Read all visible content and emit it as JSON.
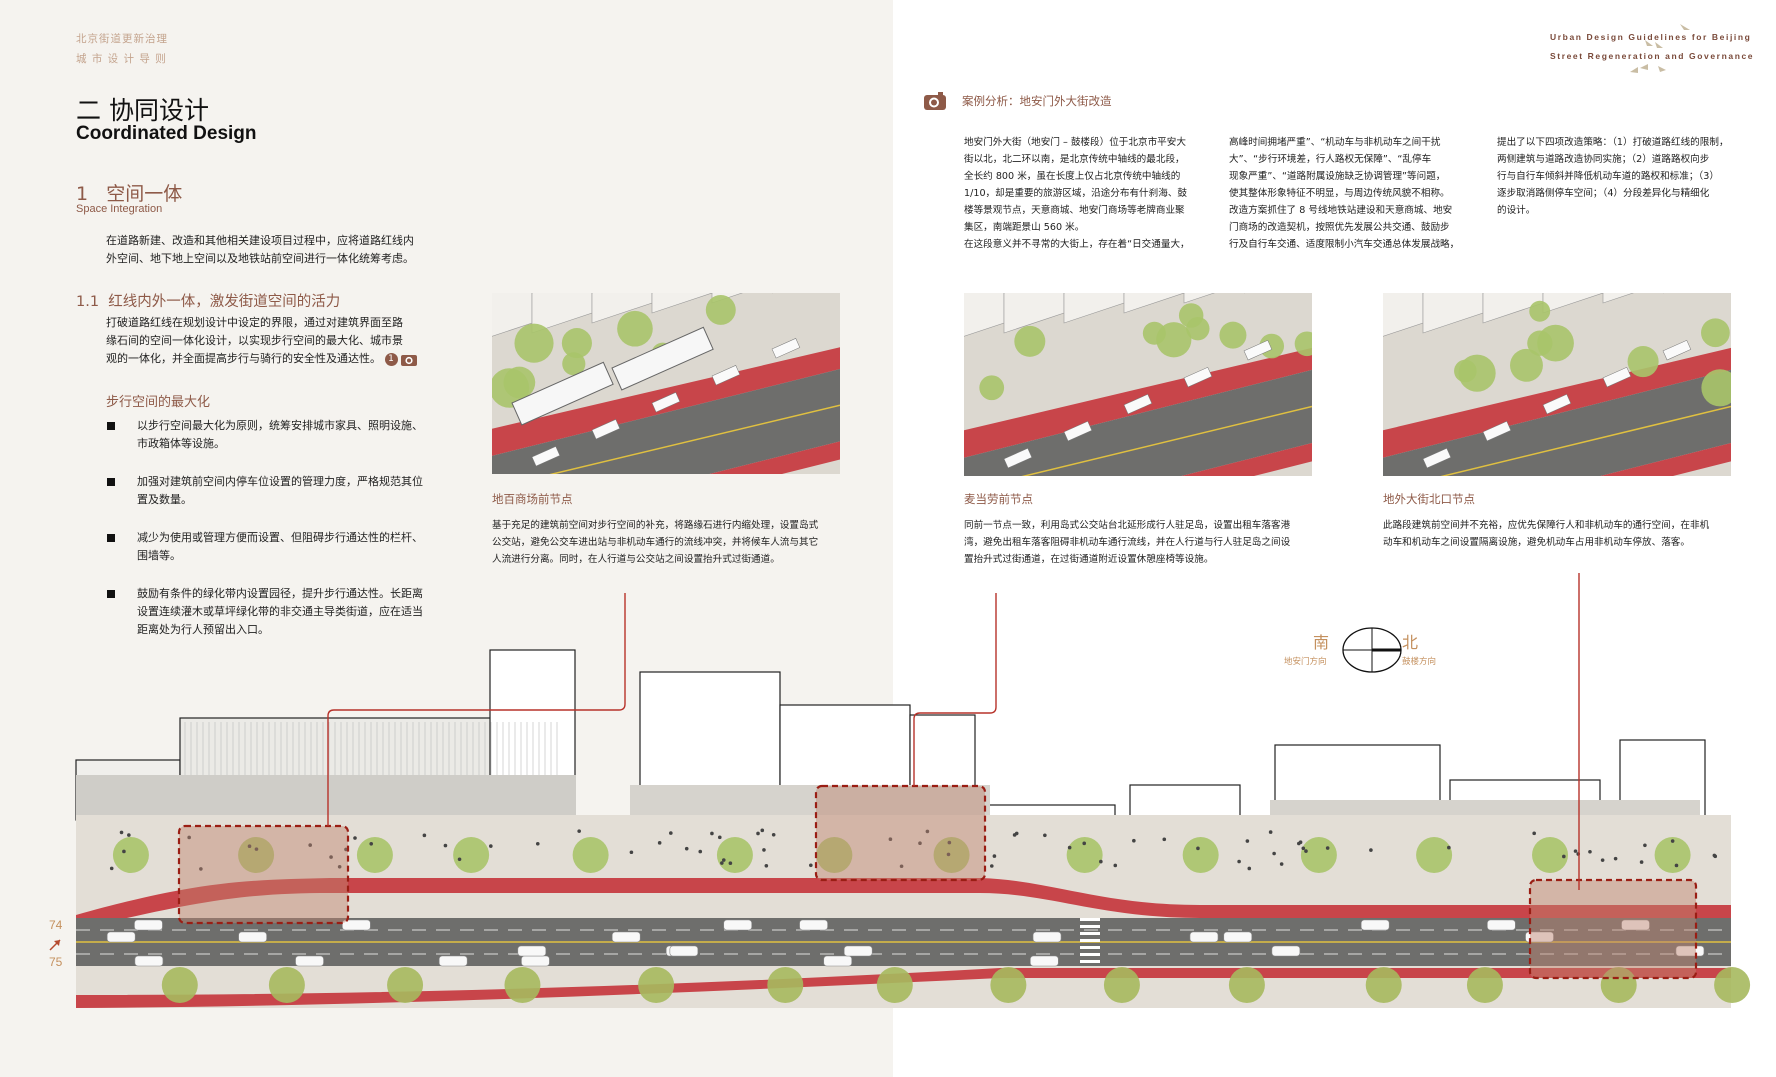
{
  "header": {
    "series_cn": "北京街道更新治理",
    "subtitle_cn": "城 市 设 计 导 则",
    "series_en_line1": "Urban Design Guidelines for  Beijing",
    "series_en_line2": "Street Regeneration and Governance"
  },
  "chapter": {
    "title_cn": "二 协同设计",
    "title_en": "Coordinated Design"
  },
  "section": {
    "number": "1",
    "title_cn": "空间一体",
    "title_en": "Space Integration",
    "intro": [
      "在道路新建、改造和其他相关建设项目过程中，应将道路红线内",
      "外空间、地下地上空间以及地铁站前空间进行一体化统筹考虑。"
    ]
  },
  "subsection": {
    "number": "1.1",
    "title": "红线内外一体，激发街道空间的活力",
    "body": [
      "打破道路红线在规划设计中设定的界限，通过对建筑界面至路",
      "缘石间的空间一体化设计，以实现步行空间的最大化、城市景",
      "观的一体化，并全面提高步行与骑行的安全性及通达性。"
    ],
    "ref_number": "1"
  },
  "pedestrian": {
    "title": "步行空间的最大化",
    "bullets": [
      [
        "以步行空间最大化为原则，统筹安排城市家具、照明设施、",
        "市政箱体等设施。"
      ],
      [
        "加强对建筑前空间内停车位设置的管理力度，严格规范其位",
        "置及数量。"
      ],
      [
        "减少为使用或管理方便而设置、但阻碍步行通达性的栏杆、",
        "围墙等。"
      ],
      [
        "鼓励有条件的绿化带内设置园径，提升步行通达性。长距离",
        "设置连续灌木或草坪绿化带的非交通主导类街道，应在适当",
        "距离处为行人预留出入口。"
      ]
    ]
  },
  "case": {
    "title": "案例分析：地安门外大街改造",
    "columns": [
      [
        "地安门外大街（地安门 – 鼓楼段）位于北京市平安大",
        "街以北，北二环以南，是北京传统中轴线的最北段，",
        "全长约 800 米，虽在长度上仅占北京传统中轴线的",
        "1/10，却是重要的旅游区域，沿途分布有什刹海、鼓",
        "楼等景观节点，天意商城、地安门商场等老牌商业聚",
        "集区，南端距景山 560 米。",
        "在这段意义并不寻常的大街上，存在着“日交通量大，"
      ],
      [
        "高峰时间拥堵严重”、“机动车与非机动车之间干扰",
        "大”、“步行环境差，行人路权无保障”、“乱停车",
        "现象严重”、“道路附属设施缺乏协调管理”等问题，",
        "使其整体形象特征不明显，与周边传统风貌不相称。",
        "改造方案抓住了 8 号线地铁站建设和天意商城、地安",
        "门商场的改造契机，按照优先发展公共交通、鼓励步",
        "行及自行车交通、适度限制小汽车交通总体发展战略，"
      ],
      [
        "提出了以下四项改造策略：（1）打破道路红线的限制，",
        "两侧建筑与道路改造协同实施；（2）道路路权向步",
        "行与自行车倾斜并降低机动车道的路权和标准；（3）",
        "逐步取消路侧停车空间；（4）分段差异化与精细化",
        "的设计。"
      ]
    ]
  },
  "nodes": [
    {
      "title": "地百商场前节点",
      "text": [
        "基于充足的建筑前空间对步行空间的补充，将路缘石进行内缩处理，设置岛式",
        "公交站，避免公交车进出站与非机动车通行的流线冲突，并将候车人流与其它",
        "人流进行分离。同时，在人行道与公交站之间设置抬升式过街通道。"
      ]
    },
    {
      "title": "麦当劳前节点",
      "text": [
        "同前一节点一致，利用岛式公交站台北延形成行人驻足岛，设置出租车落客港",
        "湾，避免出租车落客阻碍非机动车通行流线，并在人行道与行人驻足岛之间设",
        "置抬升式过街通道，在过街通道附近设置休憩座椅等设施。"
      ]
    },
    {
      "title": "地外大街北口节点",
      "text": [
        "此路段建筑前空间并不充裕，应优先保障行人和非机动车的通行空间，在非机",
        "动车和机动车之间设置隔离设施，避免机动车占用非机动车停放、落客。"
      ]
    }
  ],
  "compass": {
    "south": "南",
    "south_sub": "地安门方向",
    "north": "北",
    "north_sub": "鼓楼方向"
  },
  "pages": {
    "left": "74",
    "right": "75"
  },
  "colors": {
    "accent": "#8e5a48",
    "bike_lane": "#c8454a",
    "road": "#6e6e6c",
    "tree": "#a9c46a",
    "leader": "#b7322a"
  }
}
